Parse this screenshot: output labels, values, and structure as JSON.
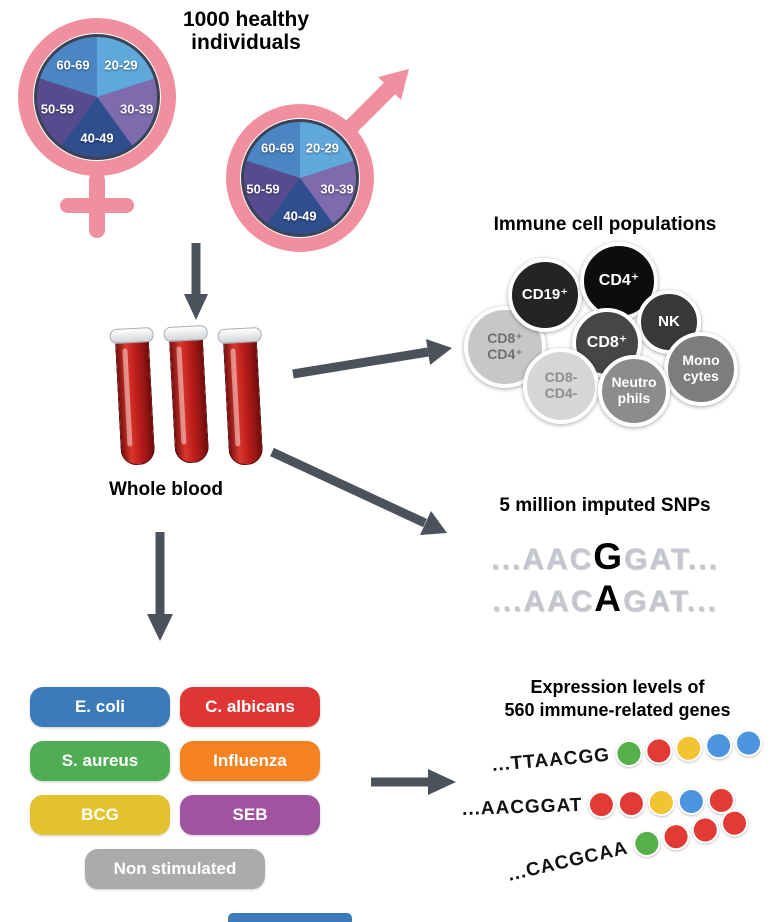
{
  "header": {
    "title": "1000 healthy individuals"
  },
  "demographics": {
    "symbol_color": "#f0909f",
    "age_groups": [
      {
        "label": "20-29",
        "color": "#5fa8dc"
      },
      {
        "label": "30-39",
        "color": "#7d6bad"
      },
      {
        "label": "40-49",
        "color": "#2f4e8e"
      },
      {
        "label": "50-59",
        "color": "#584a8f"
      },
      {
        "label": "60-69",
        "color": "#4b86c4"
      }
    ]
  },
  "blood": {
    "label": "Whole blood"
  },
  "immune_cells": {
    "title": "Immune cell populations",
    "cells": [
      {
        "label": "CD8⁺\nCD4⁺",
        "color": "#c7c7c7",
        "text_color": "#6f6f6f"
      },
      {
        "label": "CD19⁺",
        "color": "#242424",
        "text_color": "#ffffff"
      },
      {
        "label": "CD4⁺",
        "color": "#0d0d0d",
        "text_color": "#ffffff"
      },
      {
        "label": "NK",
        "color": "#383838",
        "text_color": "#ffffff"
      },
      {
        "label": "Mono\ncytes",
        "color": "#7d7d7d",
        "text_color": "#ffffff"
      },
      {
        "label": "CD8⁺",
        "color": "#464646",
        "text_color": "#ffffff"
      },
      {
        "label": "CD8-\nCD4-",
        "color": "#d6d6d6",
        "text_color": "#8e8e8e"
      },
      {
        "label": "Neutro\nphils",
        "color": "#8c8c8c",
        "text_color": "#ffffff"
      }
    ]
  },
  "snps": {
    "title": "5 million imputed SNPs",
    "sequences": [
      {
        "prefix": "...AAC",
        "variant": "G",
        "suffix": "GAT..."
      },
      {
        "prefix": "...AAC",
        "variant": "A",
        "suffix": "GAT..."
      }
    ]
  },
  "stimuli": {
    "items": [
      {
        "label": "E. coli",
        "color": "#3d7ab8"
      },
      {
        "label": "C. albicans",
        "color": "#e03535"
      },
      {
        "label": "S. aureus",
        "color": "#4fae53"
      },
      {
        "label": "Influenza",
        "color": "#f58220"
      },
      {
        "label": "BCG",
        "color": "#e2c32f"
      },
      {
        "label": "SEB",
        "color": "#a0549f"
      },
      {
        "label": "Non stimulated",
        "color": "#ababab"
      }
    ]
  },
  "expression": {
    "title": "Expression levels of\n560 immune-related genes",
    "reads": [
      {
        "seq": "...TTAACGG",
        "beads": [
          "#56b04a",
          "#e23b35",
          "#f2c431",
          "#4a95dd",
          "#4a95dd"
        ]
      },
      {
        "seq": "...AACGGAT",
        "beads": [
          "#e23b35",
          "#e23b35",
          "#f2c431",
          "#4a95dd",
          "#e23b35"
        ]
      },
      {
        "seq": "...CACGCAA",
        "beads": [
          "#56b04a",
          "#e23b35",
          "#e23b35",
          "#e23b35"
        ]
      }
    ]
  },
  "arrows": {
    "color": "#4b525c"
  }
}
